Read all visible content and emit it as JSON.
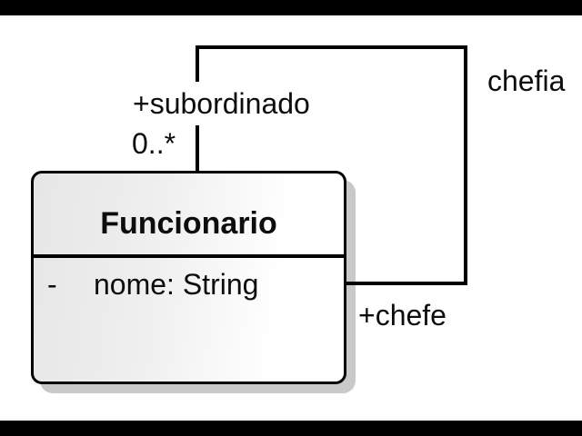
{
  "scene": {
    "kind": "uml-class-diagram video frame",
    "background_color": "#ffffff",
    "letterbox_color": "#000000"
  },
  "uml_class": {
    "name": "Funcionario",
    "attributes": [
      {
        "visibility": "-",
        "signature": "nome: String"
      }
    ]
  },
  "association": {
    "name": "chefia",
    "type": "self-association",
    "ends": {
      "subordinado": {
        "role_label": "+subordinado",
        "multiplicity": "0..*"
      },
      "chefe": {
        "role_label": "+chefe"
      }
    }
  },
  "style": {
    "line_color": "#000000",
    "text_color": "#0d0d0d",
    "class_fill_gradient": [
      "#e6e6e6",
      "#ffffff"
    ],
    "class_shadow_color": "#c9c9c9"
  }
}
